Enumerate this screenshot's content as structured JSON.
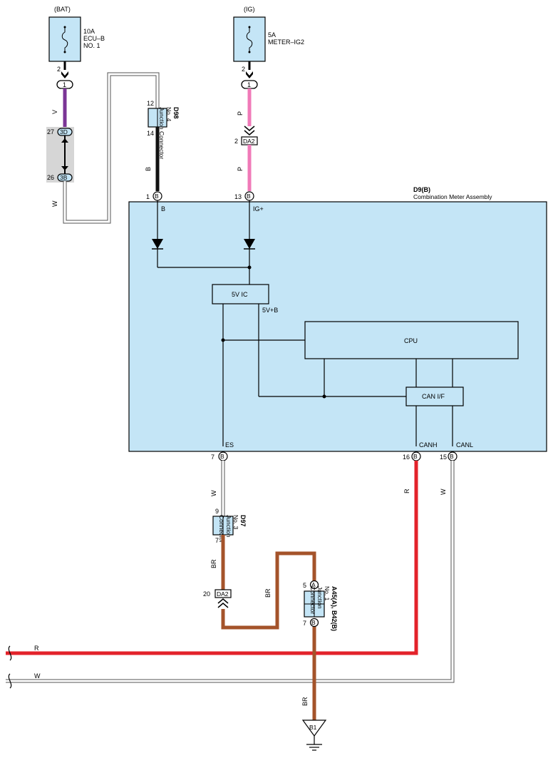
{
  "colors": {
    "meter_fill": "#c4e5f6",
    "fuse_fill": "#c4e5f6",
    "violet": "#7b3596",
    "pink": "#f07ab8",
    "black": "#111111",
    "red": "#e3222a",
    "brown": "#a4532a",
    "white_wire": "#ffffff",
    "splice_bg": "#d6d6d6"
  },
  "fuses": {
    "bat": {
      "supply": "(BAT)",
      "rating": "10A",
      "name1": "ECU–B",
      "name2": "NO. 1",
      "pin": "2",
      "terminal": "1"
    },
    "ig": {
      "supply": "(IG)",
      "rating": "5A",
      "name1": "METER–IG2",
      "pin": "2",
      "terminal": "1"
    }
  },
  "wires": {
    "v": "V",
    "w_top": "W",
    "b": "B",
    "p1": "P",
    "p2": "P",
    "w_es": "W",
    "r_canh": "R",
    "w_canl": "W",
    "br_left": "BR",
    "br_mid": "BR",
    "br_ground": "BR",
    "r_bus": "R",
    "w_bus": "W"
  },
  "splice": {
    "top_pin": "27",
    "top_label": "3D",
    "bottom_pin": "26",
    "bottom_label": "3B"
  },
  "d98": {
    "id": "D98",
    "line1": "No. 4",
    "line2": "Junction Connector",
    "pin_top": "12",
    "pin_bottom": "14"
  },
  "da2_top": {
    "pin": "2",
    "label": "DA2"
  },
  "meter": {
    "id": "D9(B)",
    "name": "Combination Meter Assembly",
    "pins": {
      "b": {
        "num": "1",
        "conn": "B",
        "label": "B"
      },
      "ig": {
        "num": "13",
        "conn": "B",
        "label": "IG+"
      },
      "es": {
        "num": "7",
        "conn": "B",
        "label": "ES"
      },
      "canh": {
        "num": "16",
        "conn": "B",
        "label": "CANH"
      },
      "canl": {
        "num": "15",
        "conn": "B",
        "label": "CANL"
      }
    },
    "ic": "5V IC",
    "v5b": "5V+B",
    "cpu": "CPU",
    "canif": "CAN I/F"
  },
  "d97": {
    "id": "D97",
    "line1": "No. 3",
    "line2": "Junction",
    "line3": "Connector",
    "pin_top": "9",
    "pin_bottom": "7"
  },
  "da2_bottom": {
    "pin": "20",
    "label": "DA2"
  },
  "a45": {
    "id": "A45(A), B42(B)",
    "line1": "No. 1",
    "line2": "Junction",
    "line3": "Connector",
    "pin_top": "5",
    "conn_top": "A",
    "pin_bottom": "7",
    "conn_bottom": "B"
  },
  "ground": {
    "label": "B1"
  }
}
